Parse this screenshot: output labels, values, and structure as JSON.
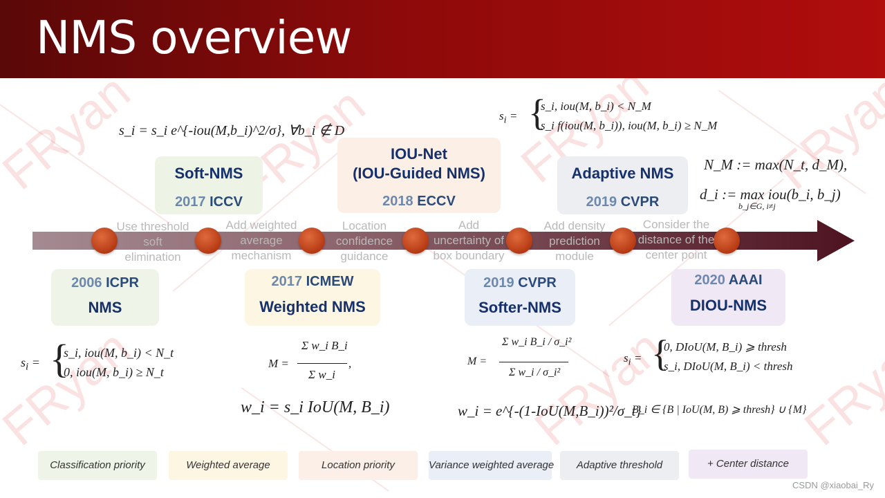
{
  "title": "NMS overview",
  "watermark": "FRyan",
  "credit": "CSDN @xiaobai_Ry",
  "methods_top": [
    {
      "name": "Soft-NMS",
      "year": "2017",
      "venue": "ICCV"
    },
    {
      "name": "IOU-Net\n(IOU-Guided NMS)",
      "year": "2018",
      "venue": "ECCV"
    },
    {
      "name": "Adaptive NMS",
      "year": "2019",
      "venue": "CVPR"
    }
  ],
  "methods_bottom": [
    {
      "name": "NMS",
      "year": "2006",
      "venue": "ICPR"
    },
    {
      "name": "Weighted NMS",
      "year": "2017",
      "venue": "ICMEW"
    },
    {
      "name": "Softer-NMS",
      "year": "2019",
      "venue": "CVPR"
    },
    {
      "name": "DIOU-NMS",
      "year": "2020",
      "venue": "AAAI"
    }
  ],
  "steps": [
    "Use threshold\nsoft\nelimination",
    "Add weighted\naverage\nmechanism",
    "Location\nconfidence\nguidance",
    "Add\nuncertainty of\nbox boundary",
    "Add density\nprediction\nmodule",
    "Consider the\ndistance of the\ncenter point"
  ],
  "tags": [
    {
      "label": "Classification priority",
      "color": "#eef4e8"
    },
    {
      "label": "Weighted average",
      "color": "#fdf6e3"
    },
    {
      "label": "Location priority",
      "color": "#fbefe8"
    },
    {
      "label": "Variance weighted average",
      "color": "#e9eef7"
    },
    {
      "label": "Adaptive threshold",
      "color": "#eceef2"
    },
    {
      "label": "+ Center distance",
      "color": "#f0e8f4"
    }
  ],
  "box_colors": {
    "soft_nms": "#edf4e6",
    "iou_net": "#fbefe6",
    "adaptive_nms": "#eceef2",
    "nms": "#eef4e8",
    "weighted_nms": "#fdf6e3",
    "softer_nms": "#e9eef7",
    "diou_nms": "#f0e8f4"
  },
  "formulas": {
    "soft_nms": "s_i = s_i e^{-iou(M,b_i)^2/σ}, ∀b_i ∉ D",
    "adaptive_case1": "s_i,   iou(M, b_i) < N_M",
    "adaptive_case2": "s_i f(iou(M, b_i)),   iou(M, b_i) ≥ N_M",
    "adaptive_nm": "N_M := max(N_t, d_M),",
    "adaptive_dm": "d_i := max iou(b_i, b_j)",
    "adaptive_dm_sub": "b_j∈G, i≠j",
    "nms_case1": "s_i,   iou(M, b_i) < N_t",
    "nms_case2": "0,   iou(M, b_i) ≥ N_t",
    "weighted_m_num": "Σ w_i B_i",
    "weighted_m_den": "Σ w_i",
    "weighted_w": "w_i = s_i IoU(M, B_i)",
    "softer_m_num": "Σ w_i B_i / σ_i²",
    "softer_m_den": "Σ w_i / σ_i²",
    "softer_w": "w_i = e^{-(1-IoU(M,B_i))²/σ_t}",
    "diou_case1": "0,   DIoU(M, B_i) ⩾ thresh",
    "diou_case2": "s_i,   DIoU(M, B_i) < thresh",
    "diou_b": "B_i ∈ {B | IoU(M, B) ⩾ thresh} ∪ {M}"
  }
}
